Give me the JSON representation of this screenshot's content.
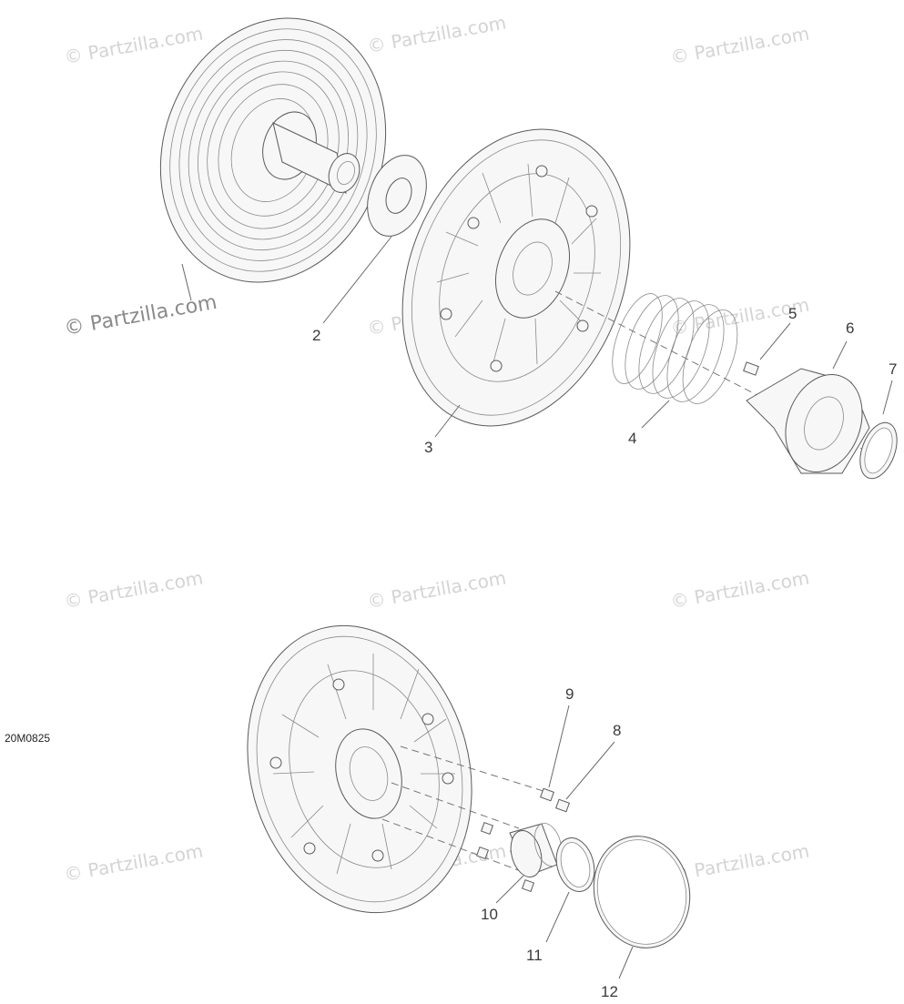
{
  "diagram_code": "20M0825",
  "watermark_text": "© Partzilla.com",
  "callouts": [
    {
      "id": "2",
      "label": "2"
    },
    {
      "id": "3",
      "label": "3"
    },
    {
      "id": "4",
      "label": "4"
    },
    {
      "id": "5",
      "label": "5"
    },
    {
      "id": "6",
      "label": "6"
    },
    {
      "id": "7",
      "label": "7"
    },
    {
      "id": "8",
      "label": "8"
    },
    {
      "id": "9",
      "label": "9"
    },
    {
      "id": "10",
      "label": "10"
    },
    {
      "id": "11",
      "label": "11"
    },
    {
      "id": "12",
      "label": "12"
    }
  ]
}
